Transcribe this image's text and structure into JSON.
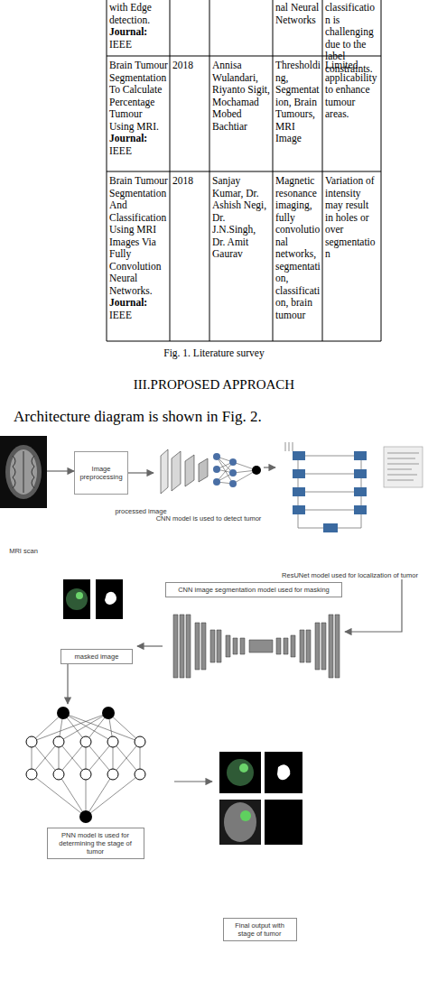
{
  "diagram": {
    "title": "III.PROPOSED APPROACH",
    "caption": "Fig. 1. Literature survey",
    "nodes": [
      {
        "text": [
          "MRI scan"
        ]
      },
      {
        "text": [
          "Image preprocessing"
        ]
      },
      {
        "text": [
          "CNN model is used to detect tumor"
        ]
      },
      {
        "text": [
          "ResUNet model used for localization of tumor"
        ]
      },
      {
        "text": [
          "CNN image segmentation model used for masking"
        ]
      },
      {
        "text": [
          "masked image"
        ]
      },
      {
        "text": [
          "PNN model is used for determining the stage of tumor"
        ]
      },
      {
        "text": [
          "Final output with stage of tumor"
        ]
      }
    ],
    "edges": [
      {
        "from": 0,
        "to": 1,
        "arrow": "to"
      },
      {
        "from": 1,
        "to": 2,
        "label": "processed image",
        "arrow": "to"
      },
      {
        "from": 2,
        "to": 3,
        "arrow": "to"
      },
      {
        "from": 3,
        "to": 4,
        "arrow": "to"
      },
      {
        "from": 4,
        "to": 5,
        "arrow": "to"
      },
      {
        "from": 5,
        "to": 6,
        "arrow": "to"
      },
      {
        "from": 6,
        "to": 7,
        "arrow": "to"
      }
    ],
    "labels": [
      "with Edge detection.",
      "Journal:",
      "IEEE",
      "nal Neural Networks",
      "classification is challenging due to the label constraints.",
      "Brain Tumour Segmentation To Calculate Percentage Tumour Using MRI.",
      "Journal:",
      "IEEE",
      "2018",
      "Annisa Wulandari, Riyanto Sigit, Mochamad Mobed Bachtiar",
      "Thresholding, Segmentation, Brain Tumours, MRI Image",
      "Limited applicability to enhance tumour areas.",
      "Brain Tumour Segmentation And Classification Using MRI Images Via Fully Convolution Neural Networks.",
      "Journal:",
      "IEEE",
      "2018",
      "Sanjay Kumar, Dr. Ashish Negi, Dr. J.N.Singh, Dr. Amit Gaurav",
      "Magnetic resonance imaging, fully convolutional networks, segmentation, classification, brain tumour",
      "Variation of intensity may result in holes or over segmentation",
      "Architecture diagram is shown in Fig. 2."
    ]
  }
}
